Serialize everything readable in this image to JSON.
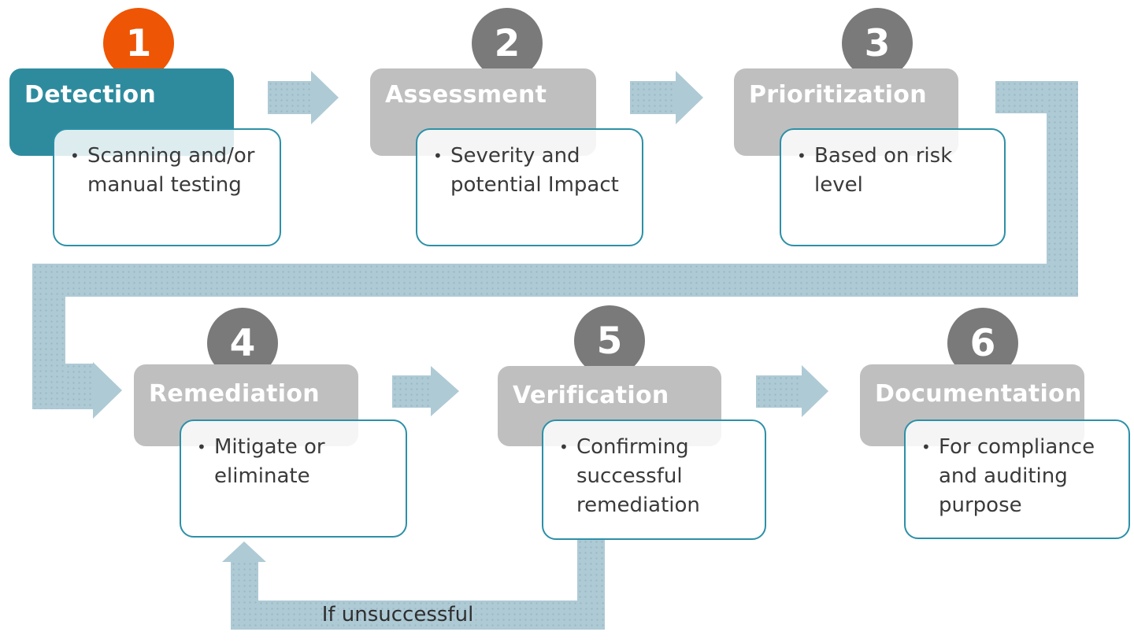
{
  "colors": {
    "teal": "#2E8B9E",
    "orange": "#EE5504",
    "gray_circle": "#7A7A7A",
    "gray_header": "#BFBFBF",
    "band": "#AECAD5",
    "box_border": "#2C90A7",
    "text_dark": "#3A3A3A"
  },
  "bullet": "•",
  "steps": [
    {
      "number": "1",
      "title": "Detection",
      "detail": "Scanning and/or manual testing"
    },
    {
      "number": "2",
      "title": "Assessment",
      "detail": "Severity and potential Impact"
    },
    {
      "number": "3",
      "title": "Prioritization",
      "detail": "Based on risk level"
    },
    {
      "number": "4",
      "title": "Remediation",
      "detail": "Mitigate or eliminate"
    },
    {
      "number": "5",
      "title": "Verification",
      "detail": "Confirming successful remediation"
    },
    {
      "number": "6",
      "title": "Documentation",
      "detail": "For compliance and auditing purpose"
    }
  ],
  "feedback_label": "If unsuccessful"
}
